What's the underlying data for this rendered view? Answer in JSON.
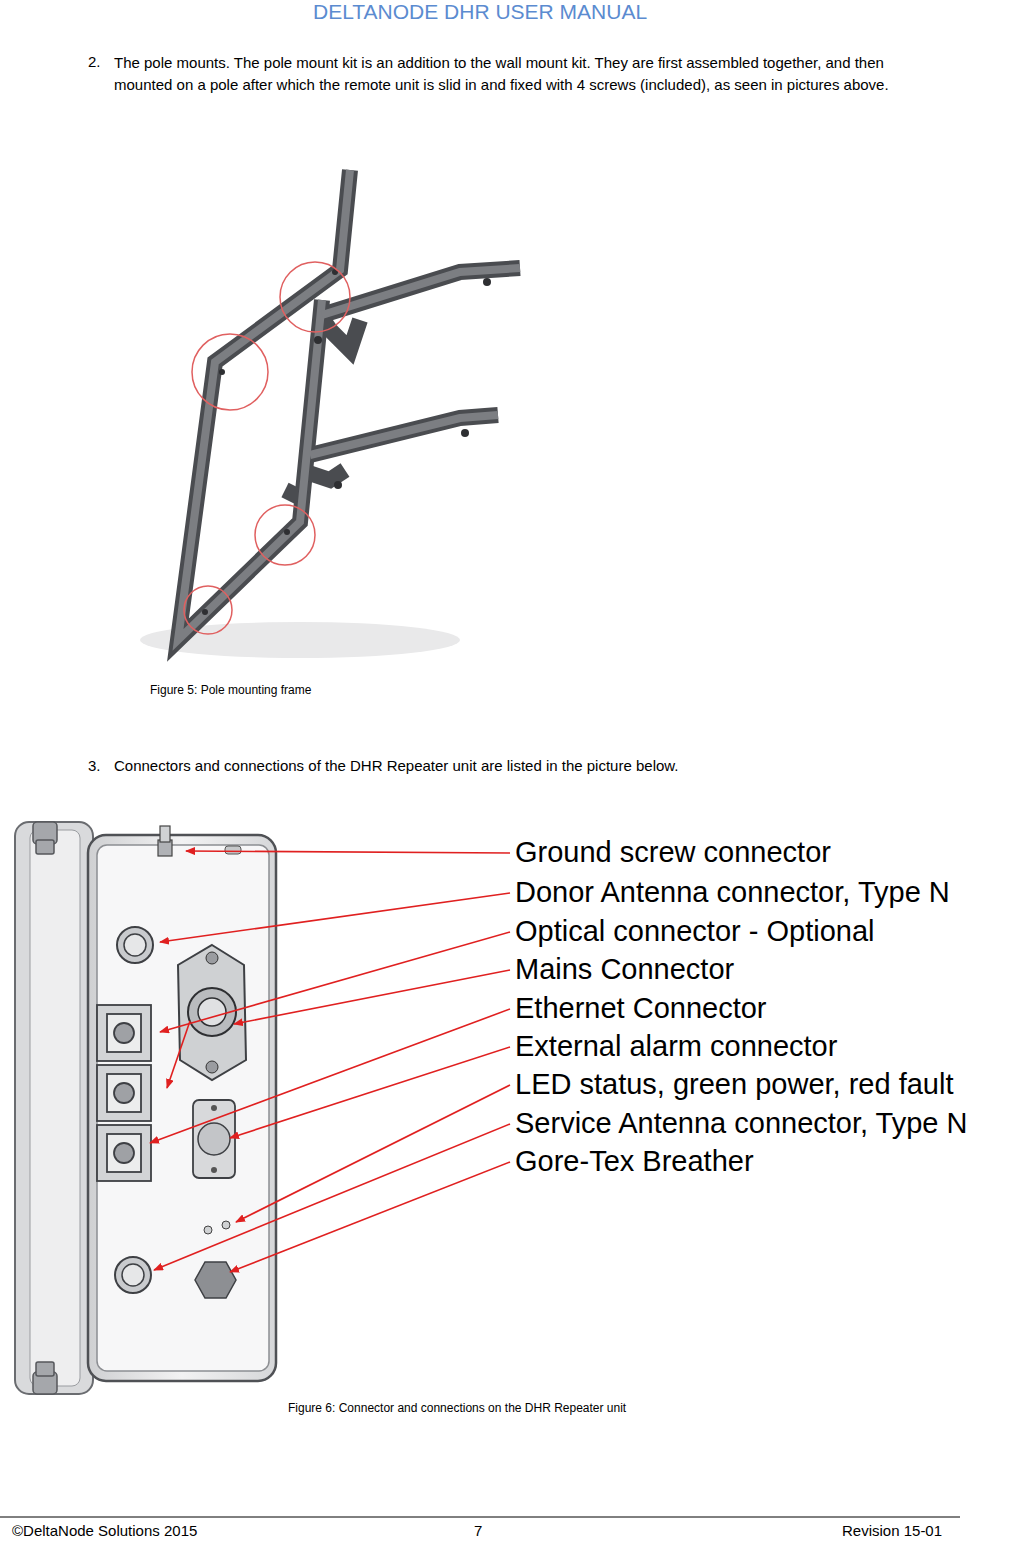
{
  "diagram": {
    "title": "DELTANODE DHR USER MANUAL",
    "labels": [
      "2.",
      "The pole mounts. The pole mount kit is an addition to the wall mount kit. They are first assembled together, and then mounted on a pole after which the remote unit is slid in and fixed with 4 screws (included), as seen in pictures above.",
      "Figure 5: Pole mounting frame",
      "3.",
      "Connectors and connections of the DHR Repeater unit are listed in the picture below.",
      "Ground screw connector",
      "Donor Antenna connector, Type N",
      "Optical connector - Optional",
      "Mains Connector",
      "Ethernet Connector",
      "External alarm connector",
      "LED status, green power, red fault",
      "Service Antenna connector, Type N",
      "Gore-Tex Breather",
      "Figure 6: Connector and connections on the DHR Repeater unit",
      "©DeltaNode Solutions 2015",
      "7",
      "Revision 15-01"
    ]
  }
}
